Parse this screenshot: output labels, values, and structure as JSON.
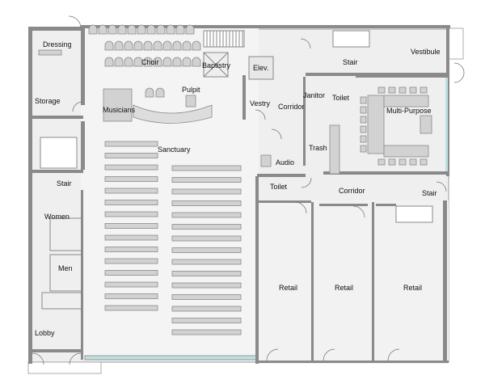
{
  "plan": {
    "rooms": {
      "dressing": "Dressing",
      "storage": "Storage",
      "choir": "Choir",
      "baptistry": "Baptistry",
      "elevator": "Elev.",
      "pulpit": "Pulpit",
      "musicians": "Musicians",
      "vestry": "Vestry",
      "corridor_upper": "Corridor",
      "janitor": "Janitor",
      "toilet_upper": "Toilet",
      "stair_top": "Stair",
      "vestibule": "Vestibule",
      "multi_purpose": "Multi-Purpose",
      "sanctuary": "Sanctuary",
      "trash": "Trash",
      "audio": "Audio",
      "stair_left": "Stair",
      "toilet_lower": "Toilet",
      "corridor_lower": "Corridor",
      "stair_right": "Stair",
      "women": "Women",
      "men": "Men",
      "retail_1": "Retail",
      "retail_2": "Retail",
      "retail_3": "Retail",
      "lobby": "Lobby"
    },
    "colors": {
      "wall": "#8a8a8a",
      "floor": "#efefef",
      "furniture": "#d2d2d2",
      "glazing": "#bfe0e0"
    }
  }
}
